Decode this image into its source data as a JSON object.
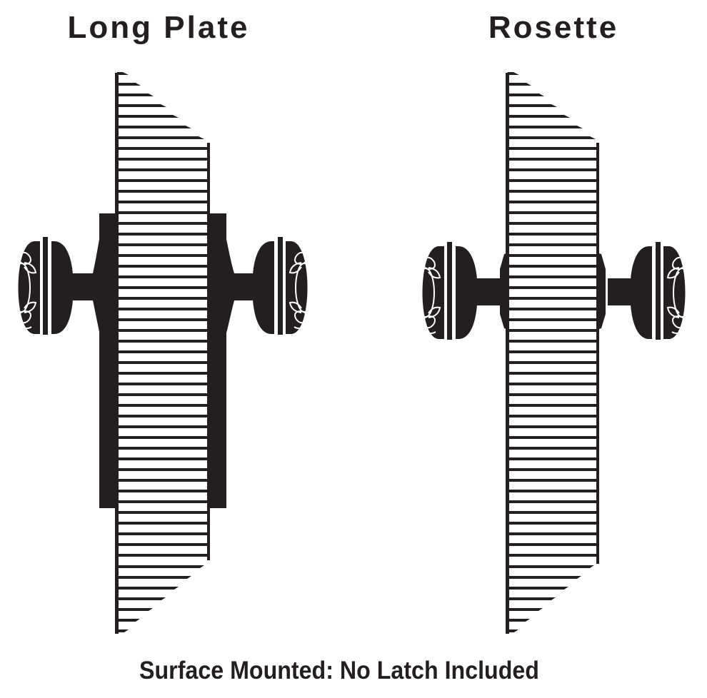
{
  "diagram": {
    "labels": {
      "left_title": "Long Plate",
      "right_title": "Rosette",
      "caption": "Surface Mounted: No Latch Included"
    },
    "colors": {
      "ink": "#231f20",
      "background": "#ffffff"
    },
    "panels": [
      {
        "name": "Long Plate",
        "parts": [
          "door-edge-hatched",
          "long-backplate",
          "left-knob",
          "right-knob"
        ]
      },
      {
        "name": "Rosette",
        "parts": [
          "door-edge-hatched",
          "round-rosette",
          "left-knob",
          "right-knob"
        ]
      }
    ]
  }
}
